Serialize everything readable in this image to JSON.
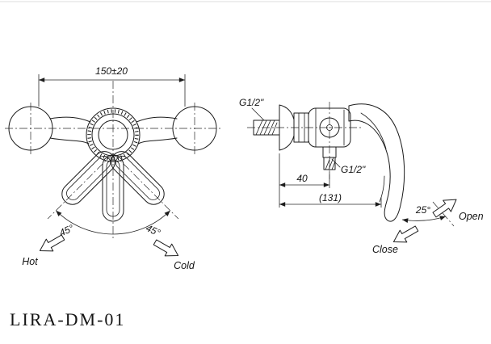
{
  "drawing": {
    "title": "LIRA-DM-01",
    "front_view": {
      "width_dimension": "150±20",
      "left_angle": "45°",
      "right_angle": "45°",
      "hot_label": "Hot",
      "cold_label": "Cold"
    },
    "side_view": {
      "inlet_thread_label": "G1/2\"",
      "outlet_thread_label": "G1/2\"",
      "wall_distance_dimension": "40",
      "overall_depth_dimension": "(131)",
      "handle_angle": "25°",
      "open_label": "Open",
      "close_label": "Close"
    }
  }
}
